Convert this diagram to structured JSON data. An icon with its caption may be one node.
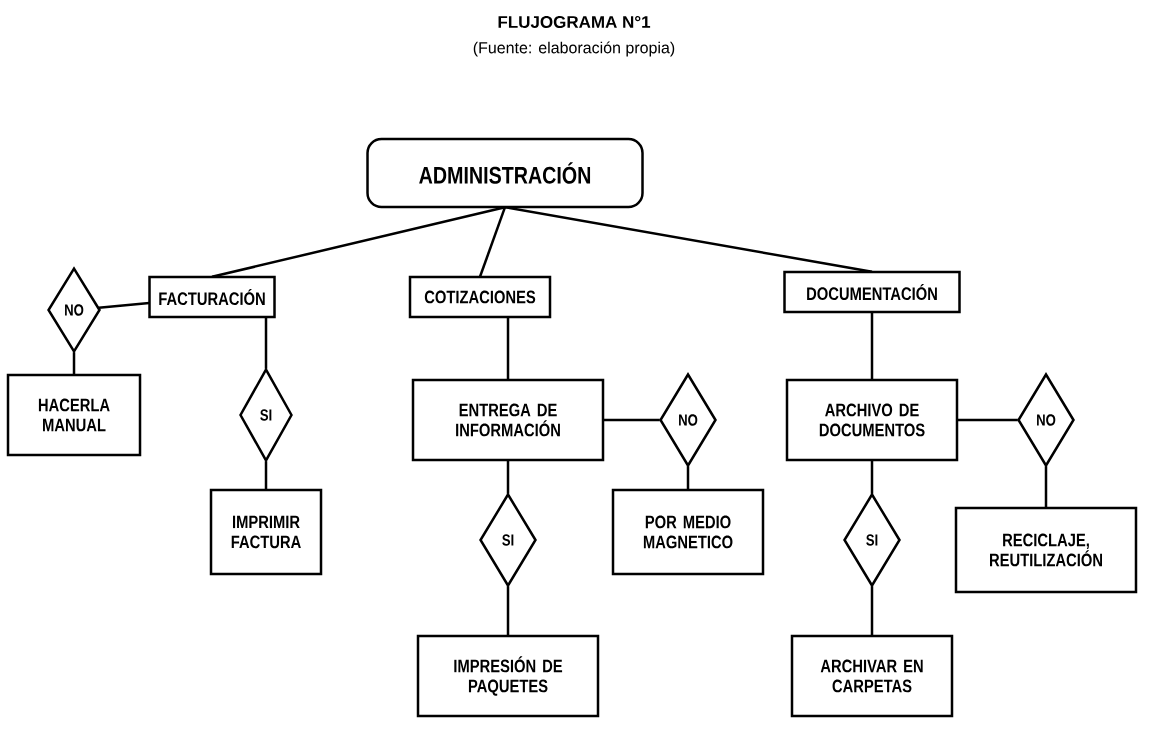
{
  "diagram": {
    "title": "FLUJOGRAMA N°1",
    "caption": "(Fuente: elaboración propia)",
    "nodes": [
      {
        "text": [
          "ADMINISTRACIÓN"
        ]
      },
      {
        "text": [
          "FACTURACIÓN"
        ]
      },
      {
        "text": [
          "COTIZACIONES"
        ]
      },
      {
        "text": [
          "DOCUMENTACIÓN"
        ]
      },
      {
        "text": [
          "NO"
        ]
      },
      {
        "text": [
          "HACERLA MANUAL"
        ]
      },
      {
        "text": [
          "SI"
        ]
      },
      {
        "text": [
          "IMPRIMIR FACTURA"
        ]
      },
      {
        "text": [
          "ENTREGA DE INFORMACIÓN"
        ]
      },
      {
        "text": [
          "NO"
        ]
      },
      {
        "text": [
          "SI"
        ]
      },
      {
        "text": [
          "POR MEDIO MAGNETICO"
        ]
      },
      {
        "text": [
          "IMPRESIÓN DE PAQUETES"
        ]
      },
      {
        "text": [
          "ARCHIVO DE DOCUMENTOS"
        ]
      },
      {
        "text": [
          "NO"
        ]
      },
      {
        "text": [
          "SI"
        ]
      },
      {
        "text": [
          "RECICLAJE, REUTILIZACIÓN"
        ]
      },
      {
        "text": [
          "ARCHIVAR EN CARPETAS"
        ]
      }
    ],
    "edges": [
      {
        "from": 0,
        "to": 1,
        "arrow": "none"
      },
      {
        "from": 0,
        "to": 2,
        "arrow": "none"
      },
      {
        "from": 0,
        "to": 3,
        "arrow": "none"
      },
      {
        "from": 1,
        "to": 4,
        "arrow": "none"
      },
      {
        "from": 4,
        "to": 5,
        "arrow": "none"
      },
      {
        "from": 1,
        "to": 6,
        "arrow": "none"
      },
      {
        "from": 6,
        "to": 7,
        "arrow": "none"
      },
      {
        "from": 2,
        "to": 8,
        "arrow": "none"
      },
      {
        "from": 8,
        "to": 9,
        "arrow": "none"
      },
      {
        "from": 9,
        "to": 11,
        "arrow": "none"
      },
      {
        "from": 8,
        "to": 10,
        "arrow": "none"
      },
      {
        "from": 10,
        "to": 12,
        "arrow": "none"
      },
      {
        "from": 3,
        "to": 13,
        "arrow": "none"
      },
      {
        "from": 13,
        "to": 14,
        "arrow": "none"
      },
      {
        "from": 14,
        "to": 16,
        "arrow": "none"
      },
      {
        "from": 13,
        "to": 15,
        "arrow": "none"
      },
      {
        "from": 15,
        "to": 17,
        "arrow": "none"
      }
    ]
  }
}
